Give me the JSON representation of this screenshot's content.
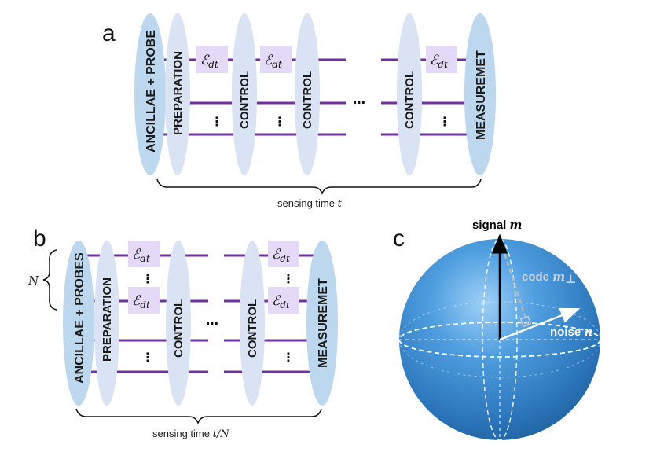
{
  "panel_a": {
    "letter": "a",
    "ancilla_label": "ANCILLAE + PROBE",
    "preparation_label": "PREPARATION",
    "control_label": "CONTROL",
    "measurement_label": "MEASUREMET",
    "channel_symbol": "ℰ",
    "channel_sub": "dt",
    "vdots": "⋮",
    "hdots": "…",
    "caption_text": "sensing time ",
    "caption_var": "t"
  },
  "panel_b": {
    "letter": "b",
    "n_label": "N",
    "ancilla_label": "ANCILLAE + PROBES",
    "preparation_label": "PREPARATION",
    "control_label": "CONTROL",
    "measurement_label": "MEASUREMET",
    "channel_symbol": "ℰ",
    "channel_sub": "dt",
    "vdots": "⋮",
    "hdots": "…",
    "caption_text": "sensing time ",
    "caption_var": "t/N"
  },
  "panel_c": {
    "letter": "c",
    "signal_text": "signal ",
    "signal_var": "m",
    "code_text": "code ",
    "code_var": "m",
    "code_sub": "⊥",
    "noise_text": "noise ",
    "noise_var": "n"
  },
  "colors": {
    "wire": "#7030a0",
    "ellipse_light": "#dae3f3",
    "ellipse_mid": "#bdd7ee",
    "ellipse_dark": "#9dc3e6",
    "channel_box": "#e4d9f7",
    "sphere": "#3b8fd4"
  }
}
